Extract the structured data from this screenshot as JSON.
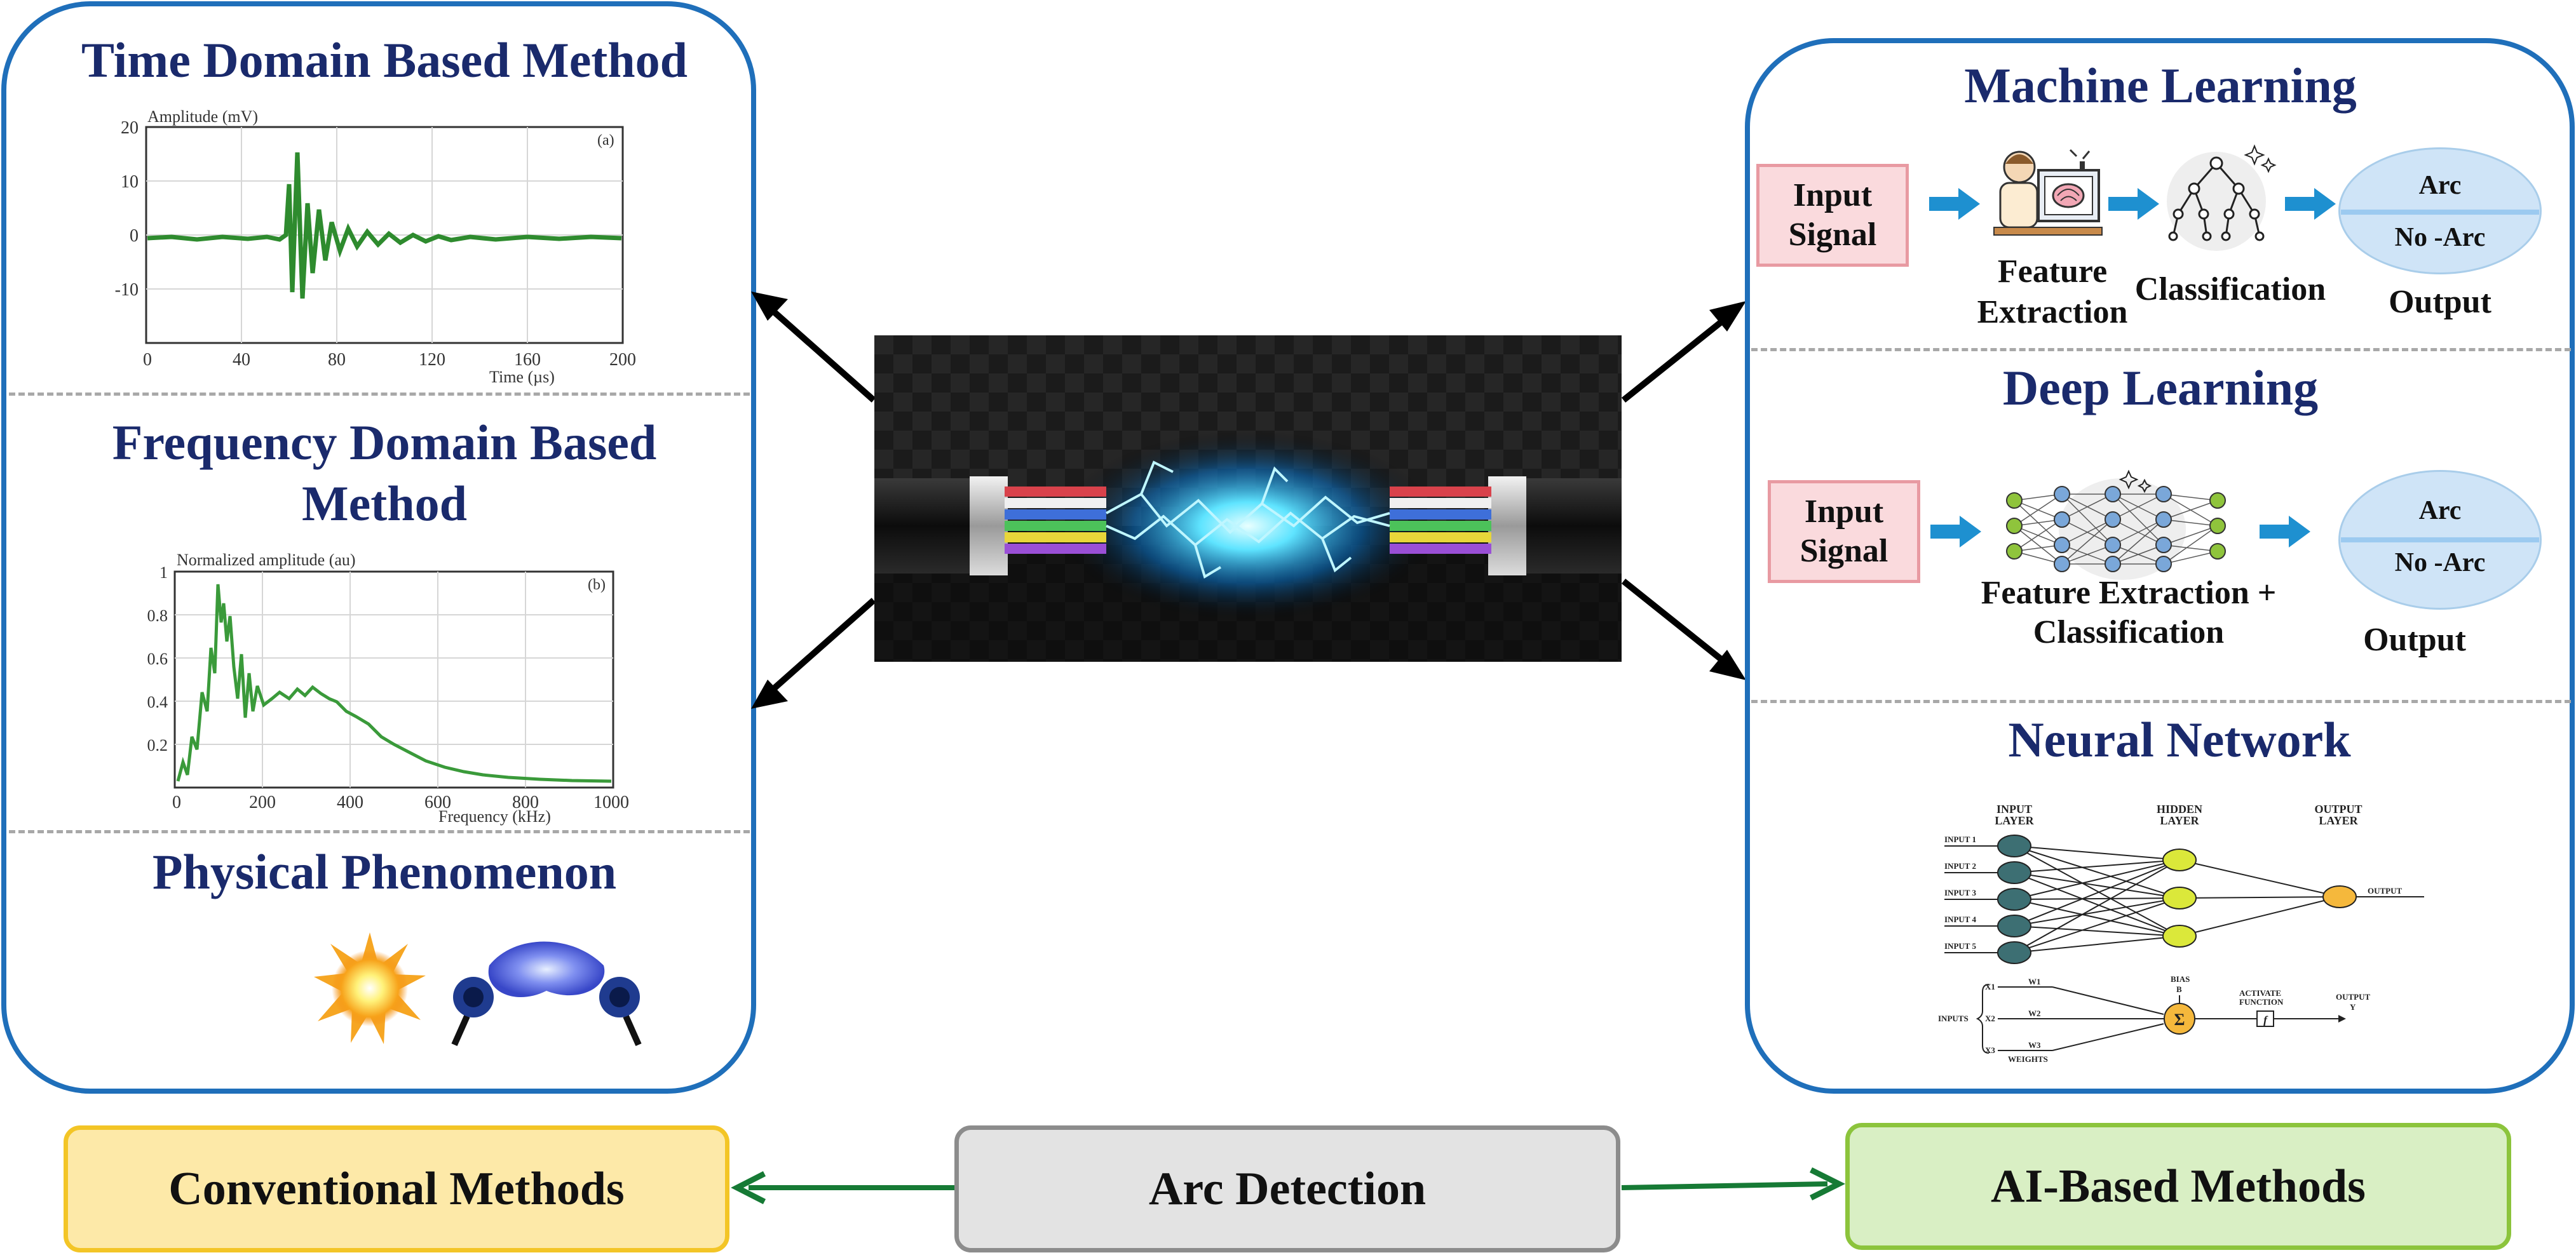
{
  "left_panel": {
    "time_title": "Time Domain Based Method",
    "time_chart": {
      "ylabel": "Amplitude (mV)",
      "xlabel": "Time (µs)",
      "tag": "(a)",
      "xticks": [
        "0",
        "40",
        "80",
        "120",
        "160",
        "200"
      ],
      "yticks": [
        "20",
        "10",
        "0",
        "-10"
      ]
    },
    "freq_title_line1": "Frequency Domain Based",
    "freq_title_line2": "Method",
    "freq_chart": {
      "ylabel": "Normalized amplitude (au)",
      "xlabel": "Frequency (kHz)",
      "tag": "(b)",
      "xticks": [
        "0",
        "200",
        "400",
        "600",
        "800",
        "1000"
      ],
      "yticks": [
        "1",
        "0.8",
        "0.6",
        "0.4",
        "0.2"
      ]
    },
    "phys_title": "Physical Phenomenon"
  },
  "right_panel": {
    "ml": {
      "title": "Machine Learning",
      "input_line1": "Input",
      "input_line2": "Signal",
      "feature_line1": "Feature",
      "feature_line2": "Extraction",
      "classification": "Classification",
      "arc": "Arc",
      "no_arc": "No -Arc",
      "output": "Output"
    },
    "dl": {
      "title": "Deep Learning",
      "input_line1": "Input",
      "input_line2": "Signal",
      "fe_line1": "Feature Extraction +",
      "fe_line2": "Classification",
      "arc": "Arc",
      "no_arc": "No -Arc",
      "output": "Output"
    },
    "nn": {
      "title": "Neural Network",
      "input_layer_1": "INPUT",
      "input_layer_2": "LAYER",
      "hidden_layer_1": "HIDDEN",
      "hidden_layer_2": "LAYER",
      "output_layer_1": "OUTPUT",
      "output_layer_2": "LAYER",
      "inputs": [
        "INPUT 1",
        "INPUT 2",
        "INPUT 3",
        "INPUT 4",
        "INPUT 5"
      ],
      "output_label": "OUTPUT",
      "perceptron_inputs": "INPUTS",
      "x_labels": [
        "X1",
        "X2",
        "X3"
      ],
      "w_labels": [
        "W1",
        "W2",
        "W3"
      ],
      "weights": "WEIGHTS",
      "bias": "BIAS",
      "bias_b": "B",
      "activate_1": "ACTIVATE",
      "activate_2": "FUNCTION",
      "output_1": "OUTPUT",
      "output_2": "Y",
      "sigma": "Σ",
      "f": "f"
    }
  },
  "bottom": {
    "conventional": "Conventional Methods",
    "arc_detection": "Arc Detection",
    "ai_based": "AI-Based Methods"
  },
  "colors": {
    "panel_border": "#1f6fba",
    "title": "#1a2a6c",
    "input_box_fill": "#fadadd",
    "input_box_border": "#e89aa2",
    "output_ellipse": "#cfe4f7",
    "arrow_blue": "#1e90d0",
    "conventional_fill": "#fde9a8",
    "conventional_border": "#f3c526",
    "arc_fill": "#e3e3e3",
    "arc_border": "#8c8c8c",
    "ai_fill": "#d9efc4",
    "ai_border": "#8cc43c",
    "green_arrow": "#167a35"
  }
}
